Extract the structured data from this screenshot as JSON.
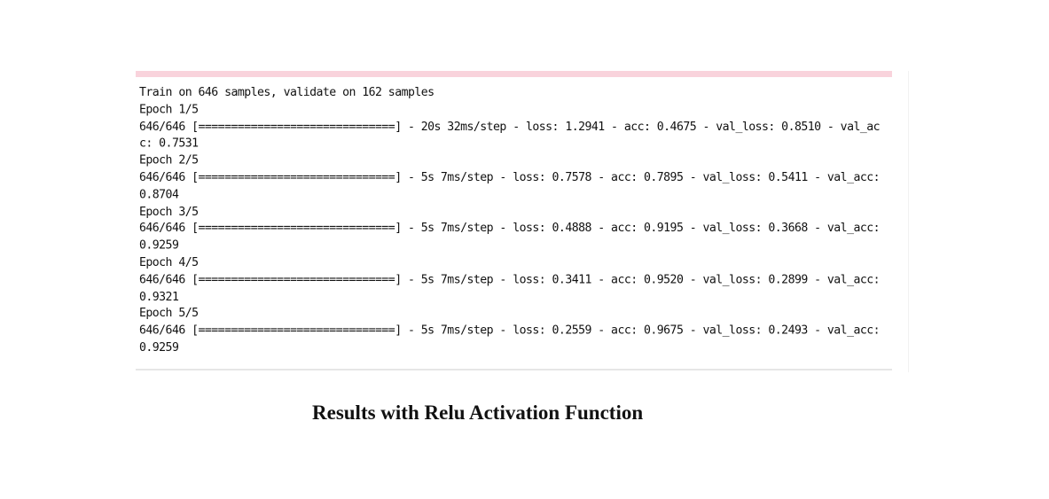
{
  "log": {
    "lines": [
      "Train on 646 samples, validate on 162 samples",
      "Epoch 1/5",
      "646/646 [==============================] - 20s 32ms/step - loss: 1.2941 - acc: 0.4675 - val_loss: 0.8510 - val_ac",
      "c: 0.7531",
      "Epoch 2/5",
      "646/646 [==============================] - 5s 7ms/step - loss: 0.7578 - acc: 0.7895 - val_loss: 0.5411 - val_acc:",
      "0.8704",
      "Epoch 3/5",
      "646/646 [==============================] - 5s 7ms/step - loss: 0.4888 - acc: 0.9195 - val_loss: 0.3668 - val_acc:",
      "0.9259",
      "Epoch 4/5",
      "646/646 [==============================] - 5s 7ms/step - loss: 0.3411 - acc: 0.9520 - val_loss: 0.2899 - val_acc:",
      "0.9321",
      "Epoch 5/5",
      "646/646 [==============================] - 5s 7ms/step - loss: 0.2559 - acc: 0.9675 - val_loss: 0.2493 - val_acc:",
      "0.9259"
    ]
  },
  "caption": "Results with Relu Activation Function",
  "colors": {
    "cell_top_border": "#f9d3dc",
    "cell_bottom_border": "#e6e6e6",
    "text": "#111111",
    "background": "#ffffff"
  }
}
